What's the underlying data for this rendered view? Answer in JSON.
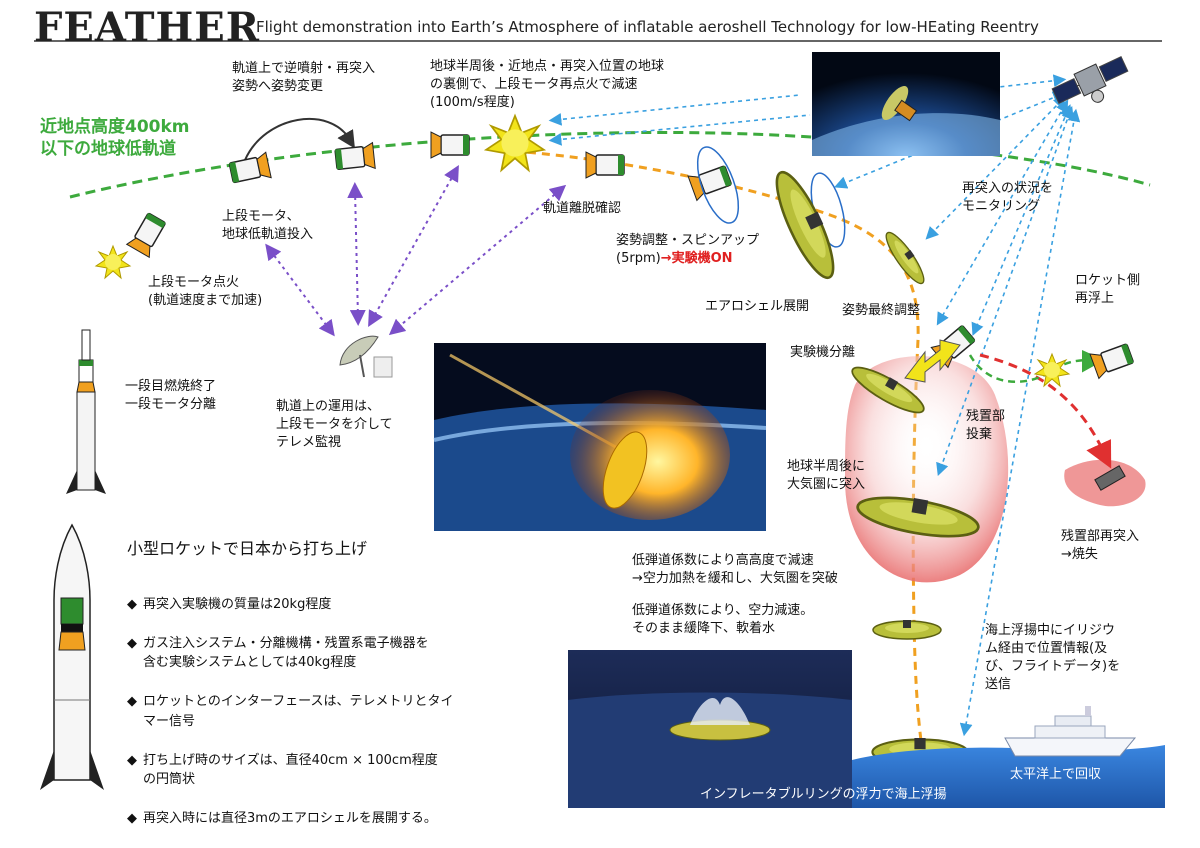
{
  "header": {
    "title": "FEATHER",
    "subtitle": "Flight demonstration into Earth’s Atmosphere of inflatable aeroshell Technology for low-HEating Reentry"
  },
  "orbit_label": "近地点高度400km\n以下の地球低軌道",
  "labels": {
    "attitude_change": "軌道上で逆噴射・再突入\n姿勢へ姿勢変更",
    "deorbit_burn": "地球半周後・近地点・再突入位置の地球\nの裏側で、上段モータ再点火で減速\n(100m/s程度)",
    "upper_stage_insert": "上段モータ、\n地球低軌道投入",
    "upper_stage_ignition": "上段モータ点火\n(軌道速度まで加速)",
    "deorbit_confirm": "軌道離脱確認",
    "spin_up_prefix": "姿勢調整・スピンアップ\n(5rpm)",
    "spin_up_on": "→実験機ON",
    "monitoring": "再突入の状況を\nモニタリング",
    "aeroshell_deploy": "エアロシェル展開",
    "final_attitude": "姿勢最終調整",
    "rocket_reascend": "ロケット側\n再浮上",
    "separation": "実験機分離",
    "first_stage": "一段目燃焼終了\n一段モータ分離",
    "ground_ops": "軌道上の運用は、\n上段モータを介して\nテレメ監視",
    "residual_drop": "残置部\n投棄",
    "atmo_entry": "地球半周後に\n大気圏に突入",
    "residual_reentry": "残置部再突入\n→焼失",
    "low_bc_1": "低弾道係数により高高度で減速\n→空力加熱を緩和し、大気圏を突破",
    "low_bc_2": "低弾道係数により、空力減速。\nそのまま緩降下、軟着水",
    "iridium": "海上浮揚中にイリジウ\nム経由で位置情報(及\nび、フライトデータ)を\n送信",
    "recovery": "太平洋上で回収",
    "floating": "インフレータブルリングの浮力で海上浮揚"
  },
  "spec": {
    "heading": "小型ロケットで日本から打ち上げ",
    "bullet_symbol": "◆",
    "bullets": [
      "再突入実験機の質量は20kg程度",
      "ガス注入システム・分離機構・残置系電子機器を\n含む実験システムとしては40kg程度",
      "ロケットとのインターフェースは、テレメトリとタイ\nマー信号",
      "打ち上げ時のサイズは、直径40cm × 100cm程度\nの円筒状",
      "再突入時には直径3mのエアロシェルを展開する。"
    ]
  },
  "colors": {
    "orbit_green": "#3daa3d",
    "trajectory_orange": "#f0a020",
    "comm_blue": "#3aa0e0",
    "link_purple": "#7a4fc8",
    "drop_red": "#e03030",
    "aeroshell_olive": "#b8bf3a",
    "sea_blue": "#2a6ec8"
  },
  "icons": [
    "satellite-icon",
    "spacecraft-capsule-icon",
    "sun-burst-icon",
    "ground-antenna-icon",
    "rocket-icon",
    "aeroshell-icon",
    "ship-icon"
  ]
}
